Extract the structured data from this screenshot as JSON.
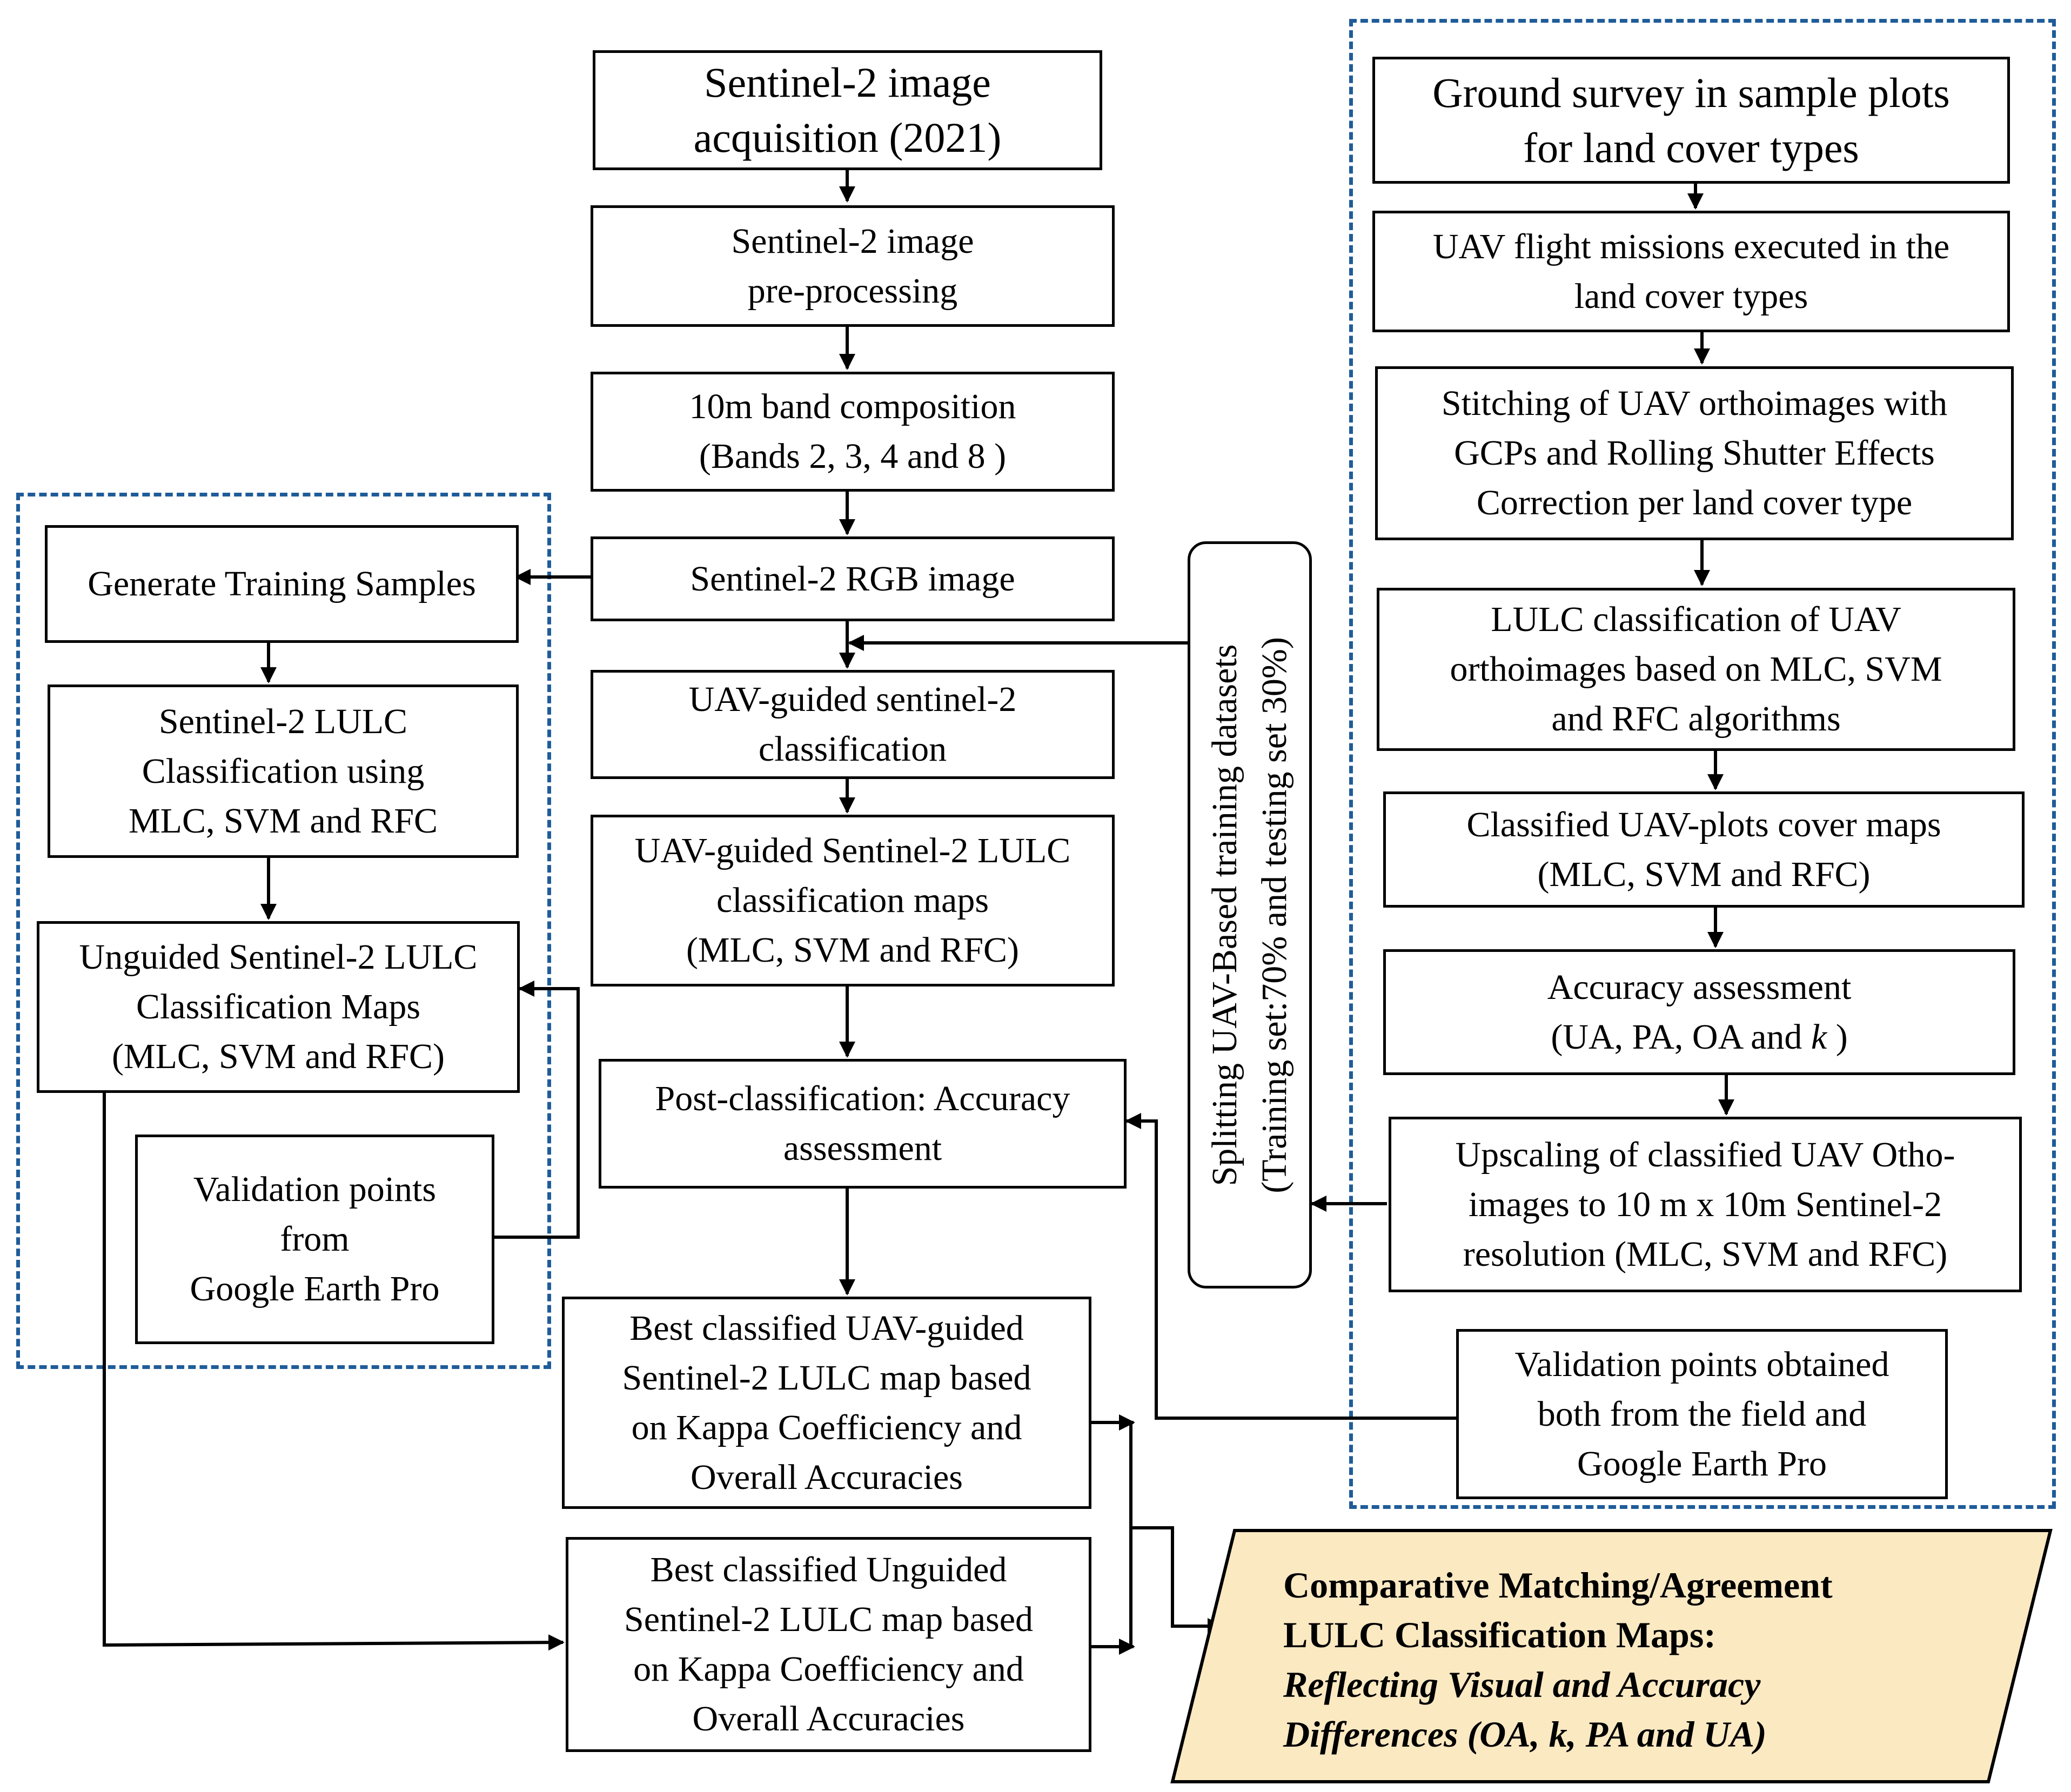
{
  "colors": {
    "dashed_frame": "#1f5c99",
    "final_box_fill": "#fbe9c2",
    "line": "#000000"
  },
  "center": {
    "acquisition": [
      "Sentinel-2 image",
      "acquisition (2021)"
    ],
    "preprocessing": [
      "Sentinel-2  image",
      "pre-processing"
    ],
    "band_composition": [
      "10m band composition",
      "(Bands 2, 3, 4 and 8 )"
    ],
    "rgb_image": [
      "Sentinel-2  RGB image"
    ],
    "uav_guided_classification": [
      "UAV-guided sentinel-2",
      "classification"
    ],
    "uav_guided_maps": [
      "UAV-guided Sentinel-2 LULC",
      "classification maps",
      "(MLC, SVM and RFC)"
    ],
    "post_classification": [
      "Post-classification: Accuracy",
      "assessment"
    ],
    "best_uav_guided": [
      "Best classified UAV-guided",
      "Sentinel-2 LULC map based",
      "on Kappa Coefficiency and",
      "Overall Accuracies"
    ],
    "best_unguided": [
      "Best classified Unguided",
      "Sentinel-2 LULC map based",
      "on Kappa Coefficiency and",
      "Overall Accuracies"
    ]
  },
  "left": {
    "training_samples": [
      "Generate Training Samples"
    ],
    "lulc_classification": [
      "Sentinel-2  LULC",
      "Classification  using",
      "MLC, SVM and RFC"
    ],
    "unguided_maps": [
      "Unguided Sentinel-2 LULC",
      "Classification Maps",
      "(MLC, SVM and RFC)"
    ],
    "validation_points": [
      "Validation points",
      "from",
      "Google Earth Pro"
    ]
  },
  "right": {
    "ground_survey": [
      "Ground survey in sample plots",
      "for land cover types"
    ],
    "uav_flight": [
      "UAV flight missions executed in the",
      "land cover types"
    ],
    "stitching": [
      "Stitching of UAV orthoimages with",
      "GCPs and Rolling Shutter Effects",
      "Correction per land cover type"
    ],
    "uav_lulc_classification": [
      "LULC classification of UAV",
      "orthoimages based on MLC, SVM",
      "and RFC algorithms"
    ],
    "classified_plots": [
      "Classified UAV-plots cover maps",
      "(MLC, SVM and RFC)"
    ],
    "accuracy_assessment": [
      "Accuracy assessment",
      "(UA, PA, OA and ",
      "k",
      " )"
    ],
    "upscaling": [
      "Upscaling of classified UAV Otho-",
      "images to  10 m x 10m Sentinel-2",
      "resolution (MLC, SVM and RFC)"
    ],
    "validation_field": [
      "Validation points  obtained",
      "both from the field and",
      "Google Earth Pro"
    ]
  },
  "splitting": [
    "Splitting UAV-Based training datasets",
    "(Training set:70% and testing set 30%)"
  ],
  "final": {
    "bold_lines": [
      "Comparative Matching/Agreement",
      "LULC Classification Maps:"
    ],
    "italic_lines": [
      "Reflecting Visual and Accuracy",
      "Differences (OA, k, PA and UA)"
    ]
  }
}
